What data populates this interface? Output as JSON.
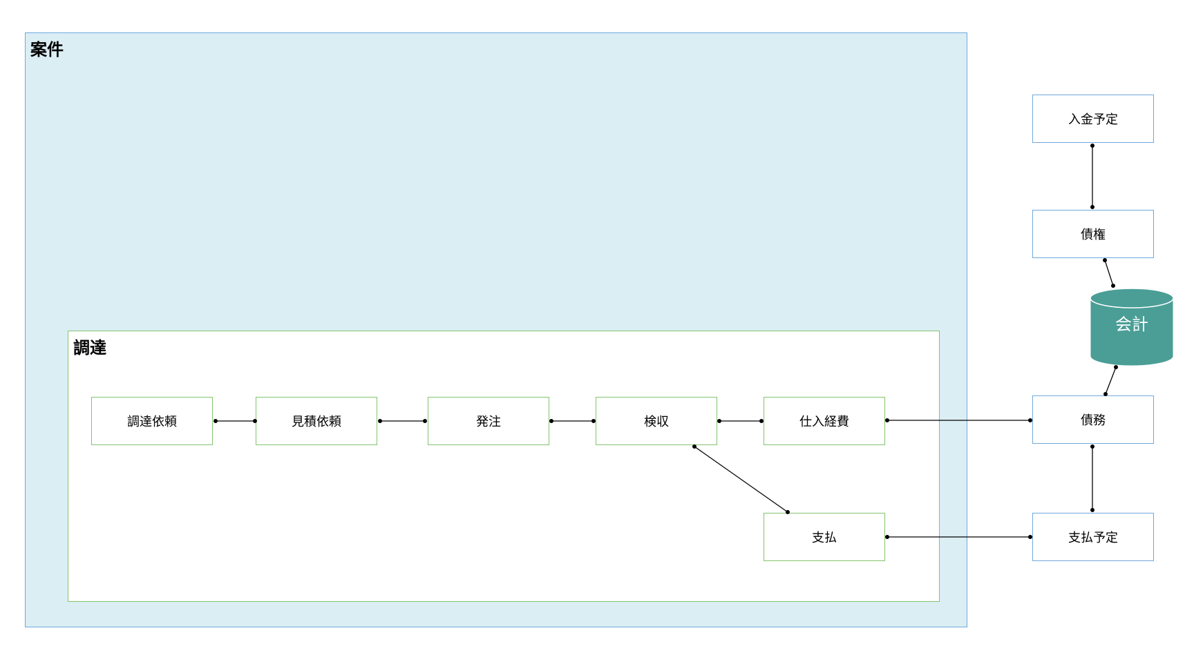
{
  "containers": {
    "anken": {
      "title": "案件"
    },
    "chotatsu": {
      "title": "調達"
    }
  },
  "nodes": {
    "chotatsu_irai": "調達依頼",
    "mitsumori_irai": "見積依頼",
    "hacchu": "発注",
    "kenshu": "検収",
    "shiire_keihi": "仕入経費",
    "shiharai": "支払",
    "nyukin_yotei": "入金予定",
    "saiken": "債権",
    "saimu": "債務",
    "shiharai_yotei": "支払予定"
  },
  "database": {
    "label": "会計"
  },
  "colors": {
    "anken_fill": "#dbeef4",
    "anken_border": "#6fa8dc",
    "chotatsu_border": "#82c46c",
    "db_fill": "#4a9e96"
  }
}
